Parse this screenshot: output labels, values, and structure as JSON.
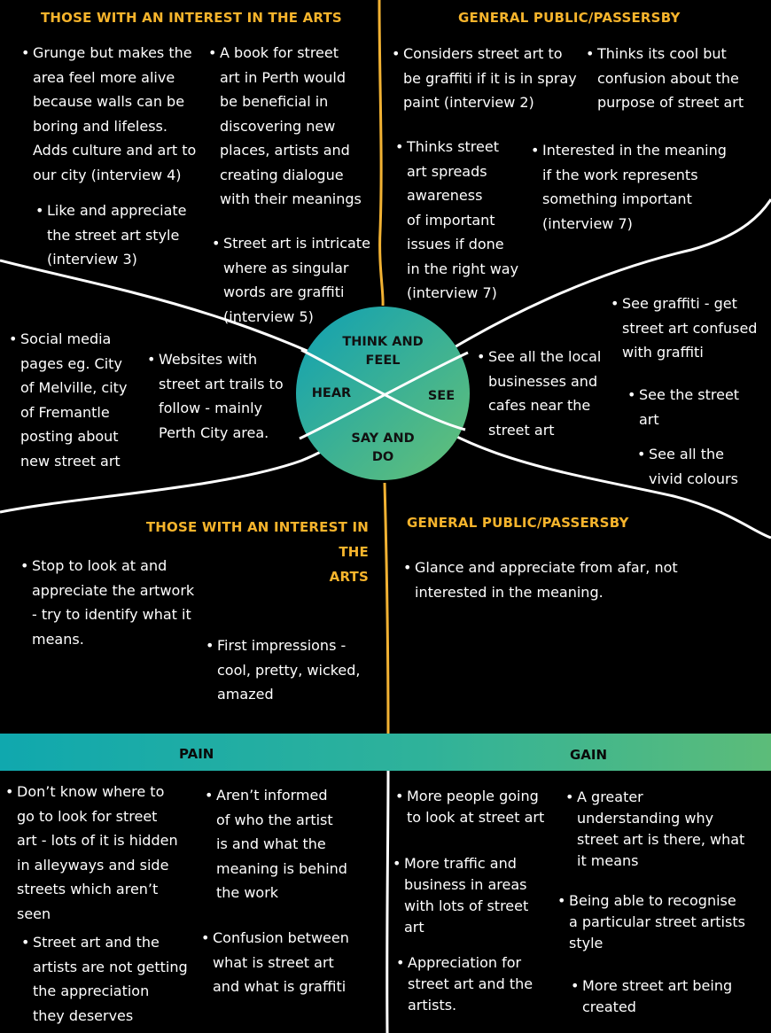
{
  "headers": {
    "top_left": "THOSE WITH AN INTEREST IN THE ARTS",
    "top_right": "GENERAL PUBLIC/PASSERSBY",
    "mid_left_line1": "THOSE WITH AN INTEREST IN THE",
    "mid_left_line2": "ARTS",
    "mid_right": "GENERAL PUBLIC/PASSERSBY",
    "pain": "PAIN",
    "gain": "GAIN"
  },
  "circle": {
    "think_feel_1": "THINK AND",
    "think_feel_2": "FEEL",
    "hear": "HEAR",
    "see": "SEE",
    "say_do_1": "SAY AND",
    "say_do_2": "DO"
  },
  "notes": {
    "tl_1": [
      "Grunge but makes the",
      "area feel more alive",
      "because walls can be",
      "boring and lifeless.",
      "Adds culture and art to",
      "our city (interview 4)"
    ],
    "tl_2": [
      "A book for street",
      "art in Perth would",
      "be beneficial in",
      "discovering new",
      "places, artists and",
      "creating dialogue",
      "with their meanings"
    ],
    "tl_3": [
      "Like and appreciate",
      "the street art style",
      "(interview 3)"
    ],
    "tl_4": [
      "Street art is intricate",
      "where as singular",
      "words are graffiti",
      "(interview 5)"
    ],
    "tr_1": [
      "Considers street art to",
      "be graffiti if it is in spray",
      "paint (interview 2)"
    ],
    "tr_2": [
      "Thinks its cool but",
      "confusion about the",
      "purpose of street art"
    ],
    "tr_3": [
      "Thinks street",
      "art spreads",
      "awareness",
      "of important",
      "issues if done",
      "in the right way",
      "(interview 7)"
    ],
    "tr_4": [
      "Interested in the meaning",
      "if the work represents",
      "something important",
      "(interview 7)"
    ],
    "hear_1": [
      "Social media",
      "pages eg. City",
      "of Melville, city",
      "of Fremantle",
      "posting about",
      "new street art"
    ],
    "hear_2": [
      "Websites with",
      "street art trails to",
      "follow  - mainly",
      "Perth City area."
    ],
    "see_1": [
      "See all the local",
      "businesses and",
      "cafes near the",
      "street art"
    ],
    "see_2": [
      "See graffiti - get",
      "street art confused",
      "with graffiti"
    ],
    "see_3": [
      "See the street",
      "art"
    ],
    "see_4": [
      "See all the",
      "vivid colours"
    ],
    "do_left_1": [
      "Stop to look at and",
      "appreciate the artwork",
      "- try to identify what it",
      "means."
    ],
    "do_left_2": [
      "First impressions -",
      "cool, pretty, wicked,",
      "amazed"
    ],
    "do_right_1": [
      "Glance and appreciate from afar, not",
      "interested in the meaning."
    ],
    "pain_1": [
      "Don’t know where to",
      "go to look for street",
      "art - lots of it is hidden",
      "in alleyways and side",
      "streets which aren’t",
      "seen"
    ],
    "pain_2": [
      "Aren’t informed",
      "of who the artist",
      "is and what the",
      "meaning is behind",
      "the work"
    ],
    "pain_3": [
      "Street art and the",
      "artists are not getting",
      "the appreciation",
      "they  deserves"
    ],
    "pain_4": [
      "Confusion between",
      "what is street art",
      "and what is graffiti"
    ],
    "gain_1": [
      "More people going",
      "to look at street art"
    ],
    "gain_2": [
      "A greater",
      "understanding why",
      "street art is there, what",
      "it means"
    ],
    "gain_3": [
      "More traffic and",
      "business in areas",
      "with lots of street",
      "art"
    ],
    "gain_4": [
      "Being able to recognise",
      "a particular street artists",
      "style"
    ],
    "gain_5": [
      "Appreciation for",
      "street art and the",
      "artists."
    ],
    "gain_6": [
      "More street art being",
      "created"
    ]
  },
  "colors": {
    "background": "#000000",
    "header": "#f6b42c",
    "divider_orange": "#f2b233",
    "circle_start": "#12a5b2",
    "circle_end": "#5dbd78"
  },
  "bullet": "•"
}
